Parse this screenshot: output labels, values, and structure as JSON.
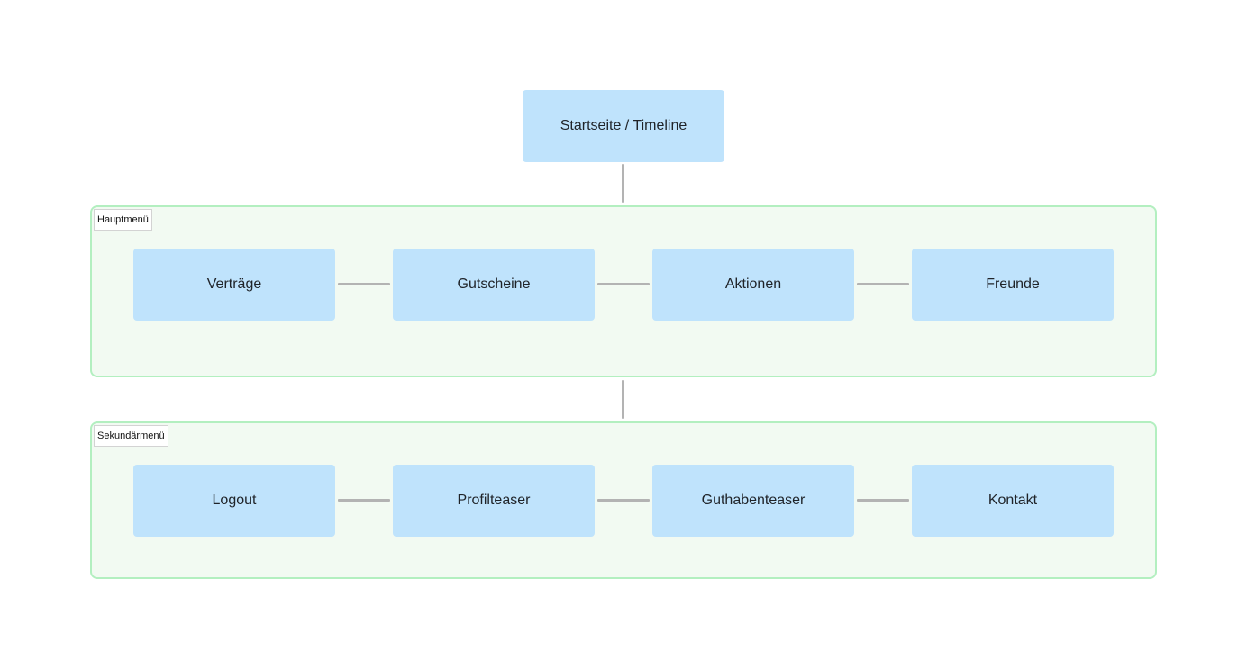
{
  "root": {
    "label": "Startseite / Timeline"
  },
  "groups": [
    {
      "label": "Hauptmenü",
      "items": [
        "Verträge",
        "Gutscheine",
        "Aktionen",
        "Freunde"
      ]
    },
    {
      "label": "Sekundärmenü",
      "items": [
        "Logout",
        "Profilteaser",
        "Guthabenteaser",
        "Kontakt"
      ]
    }
  ],
  "colors": {
    "node_fill": "#bfe3fc",
    "group_fill": "#f2faf2",
    "group_border": "#b3efc0",
    "connector": "#b3b3b3"
  }
}
